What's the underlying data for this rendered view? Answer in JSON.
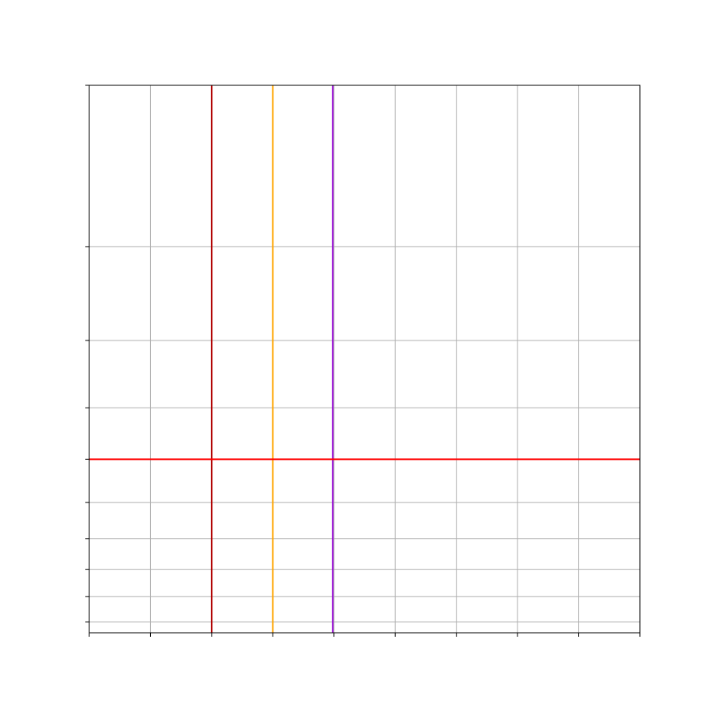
{
  "chart_data": {
    "type": "line",
    "title": "",
    "xlabel": "",
    "ylabel": "",
    "xlim": [
      0,
      9
    ],
    "ylim": [
      0,
      1
    ],
    "grid": true,
    "legend": "none",
    "x_ticks": [
      0,
      1,
      2,
      3,
      4,
      5,
      6,
      7,
      8,
      9
    ],
    "y_ticks": [
      0.02,
      0.066,
      0.116,
      0.172,
      0.238,
      0.317,
      0.411,
      0.534,
      0.705,
      1.0
    ],
    "vertical_lines": [
      {
        "x": 2,
        "color": "#b00000"
      },
      {
        "x": 3,
        "color": "#ffa500"
      },
      {
        "x": 3.98,
        "color": "#9400d3"
      }
    ],
    "horizontal_lines": [
      {
        "y": 0.317,
        "color": "#ff0000"
      }
    ]
  }
}
